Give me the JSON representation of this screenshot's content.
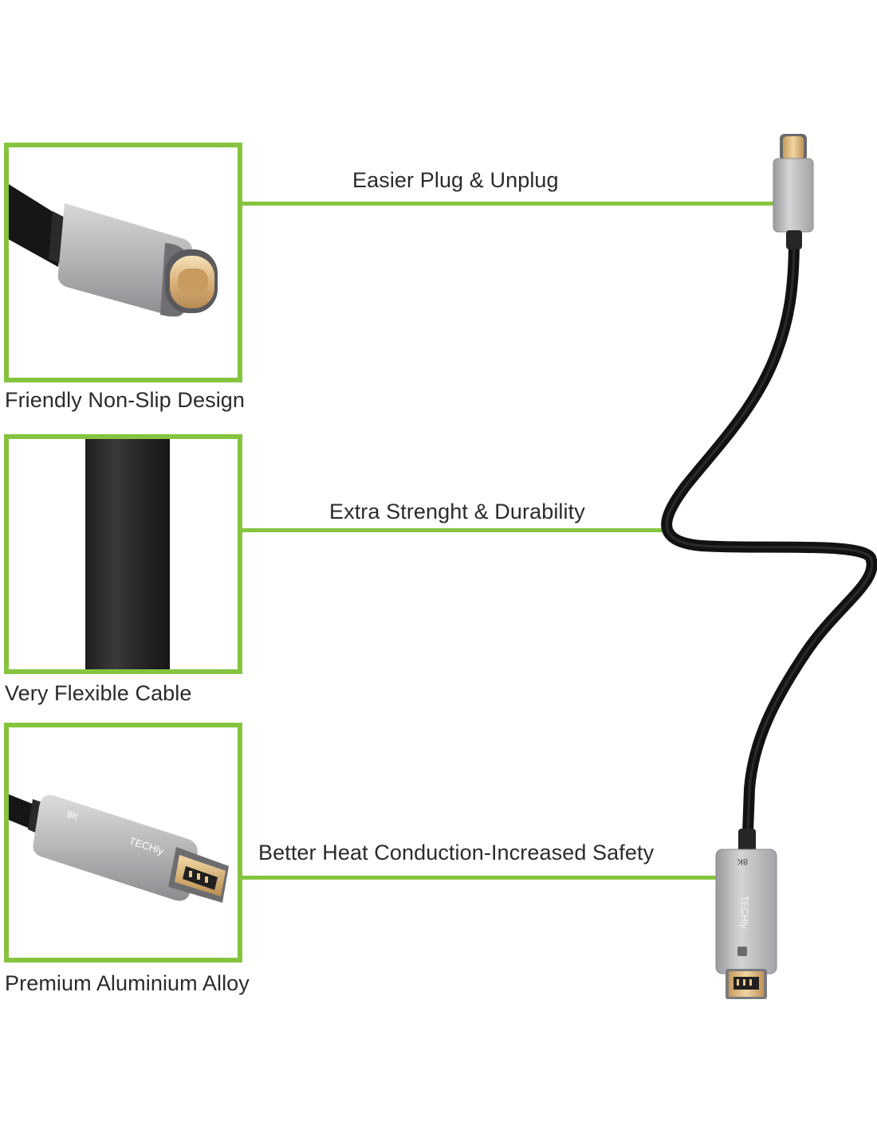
{
  "callouts": {
    "plug": "Easier Plug & Unplug",
    "strength": "Extra Strenght & Durability",
    "heat": "Better Heat Conduction-Increased Safety"
  },
  "captions": {
    "nonslip": "Friendly Non-Slip Design",
    "flexible": "Very Flexible Cable",
    "alloy": "Premium Aluminium Alloy"
  },
  "connector_marks": {
    "resolution": "8K",
    "brand": "TECHly"
  },
  "colors": {
    "accent_green": "#86c440",
    "text": "#2b2b2b",
    "cable": "#1a1a1a",
    "aluminium": "#b9b9bb"
  }
}
